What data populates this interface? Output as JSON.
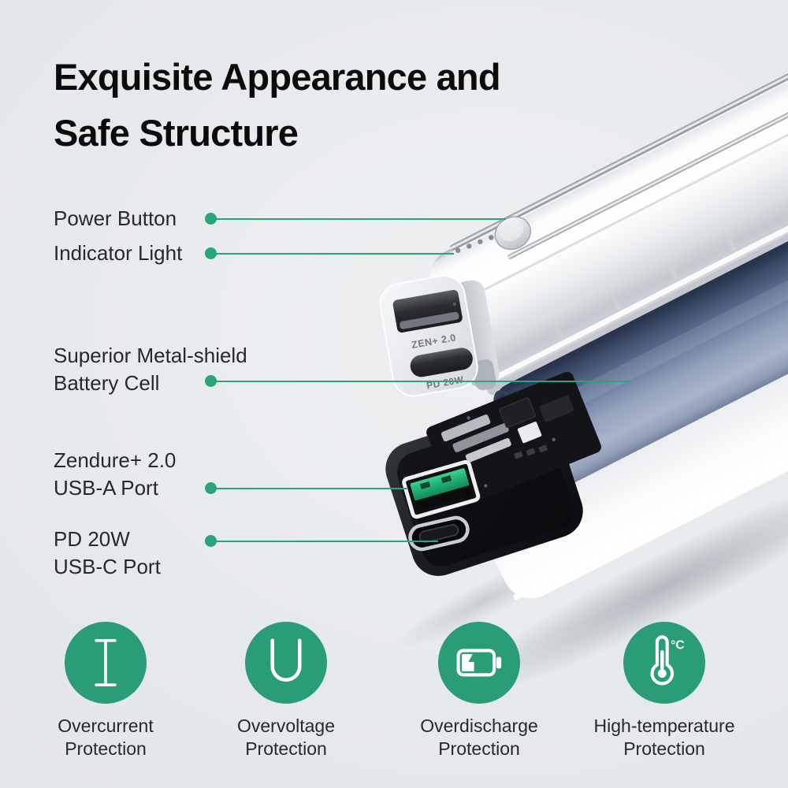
{
  "theme": {
    "background": "#e3e6e9",
    "accent": "#2aa47a",
    "feature_circle": "#2a9c77",
    "title_color": "#0b0b0c",
    "label_color": "#26282b",
    "icon_color": "#ffffff",
    "battery_cell_blue": "#68799d",
    "usb_a_green": "#23b176"
  },
  "title": {
    "line1": "Exquisite Appearance and",
    "line2": "Safe Structure"
  },
  "callouts": {
    "power": {
      "label": "Power Button"
    },
    "indicator": {
      "label": "Indicator Light"
    },
    "battery": {
      "line1": "Superior Metal-shield",
      "line2": "Battery Cell"
    },
    "usb_a": {
      "line1": "Zendure+ 2.0",
      "line2": "USB-A Port"
    },
    "usb_c": {
      "line1": "PD 20W",
      "line2": "USB-C Port"
    }
  },
  "product": {
    "engraving_top": "ZEN+ 2.0",
    "engraving_bottom": "PD 20W"
  },
  "features": [
    {
      "icon": "overcurrent-icon",
      "line1": "Overcurrent",
      "line2": "Protection"
    },
    {
      "icon": "overvoltage-icon",
      "line1": "Overvoltage",
      "line2": "Protection"
    },
    {
      "icon": "overdischarge-icon",
      "line1": "Overdischarge",
      "line2": "Protection"
    },
    {
      "icon": "high-temperature-icon",
      "line1": "High-temperature",
      "line2": "Protection"
    }
  ]
}
